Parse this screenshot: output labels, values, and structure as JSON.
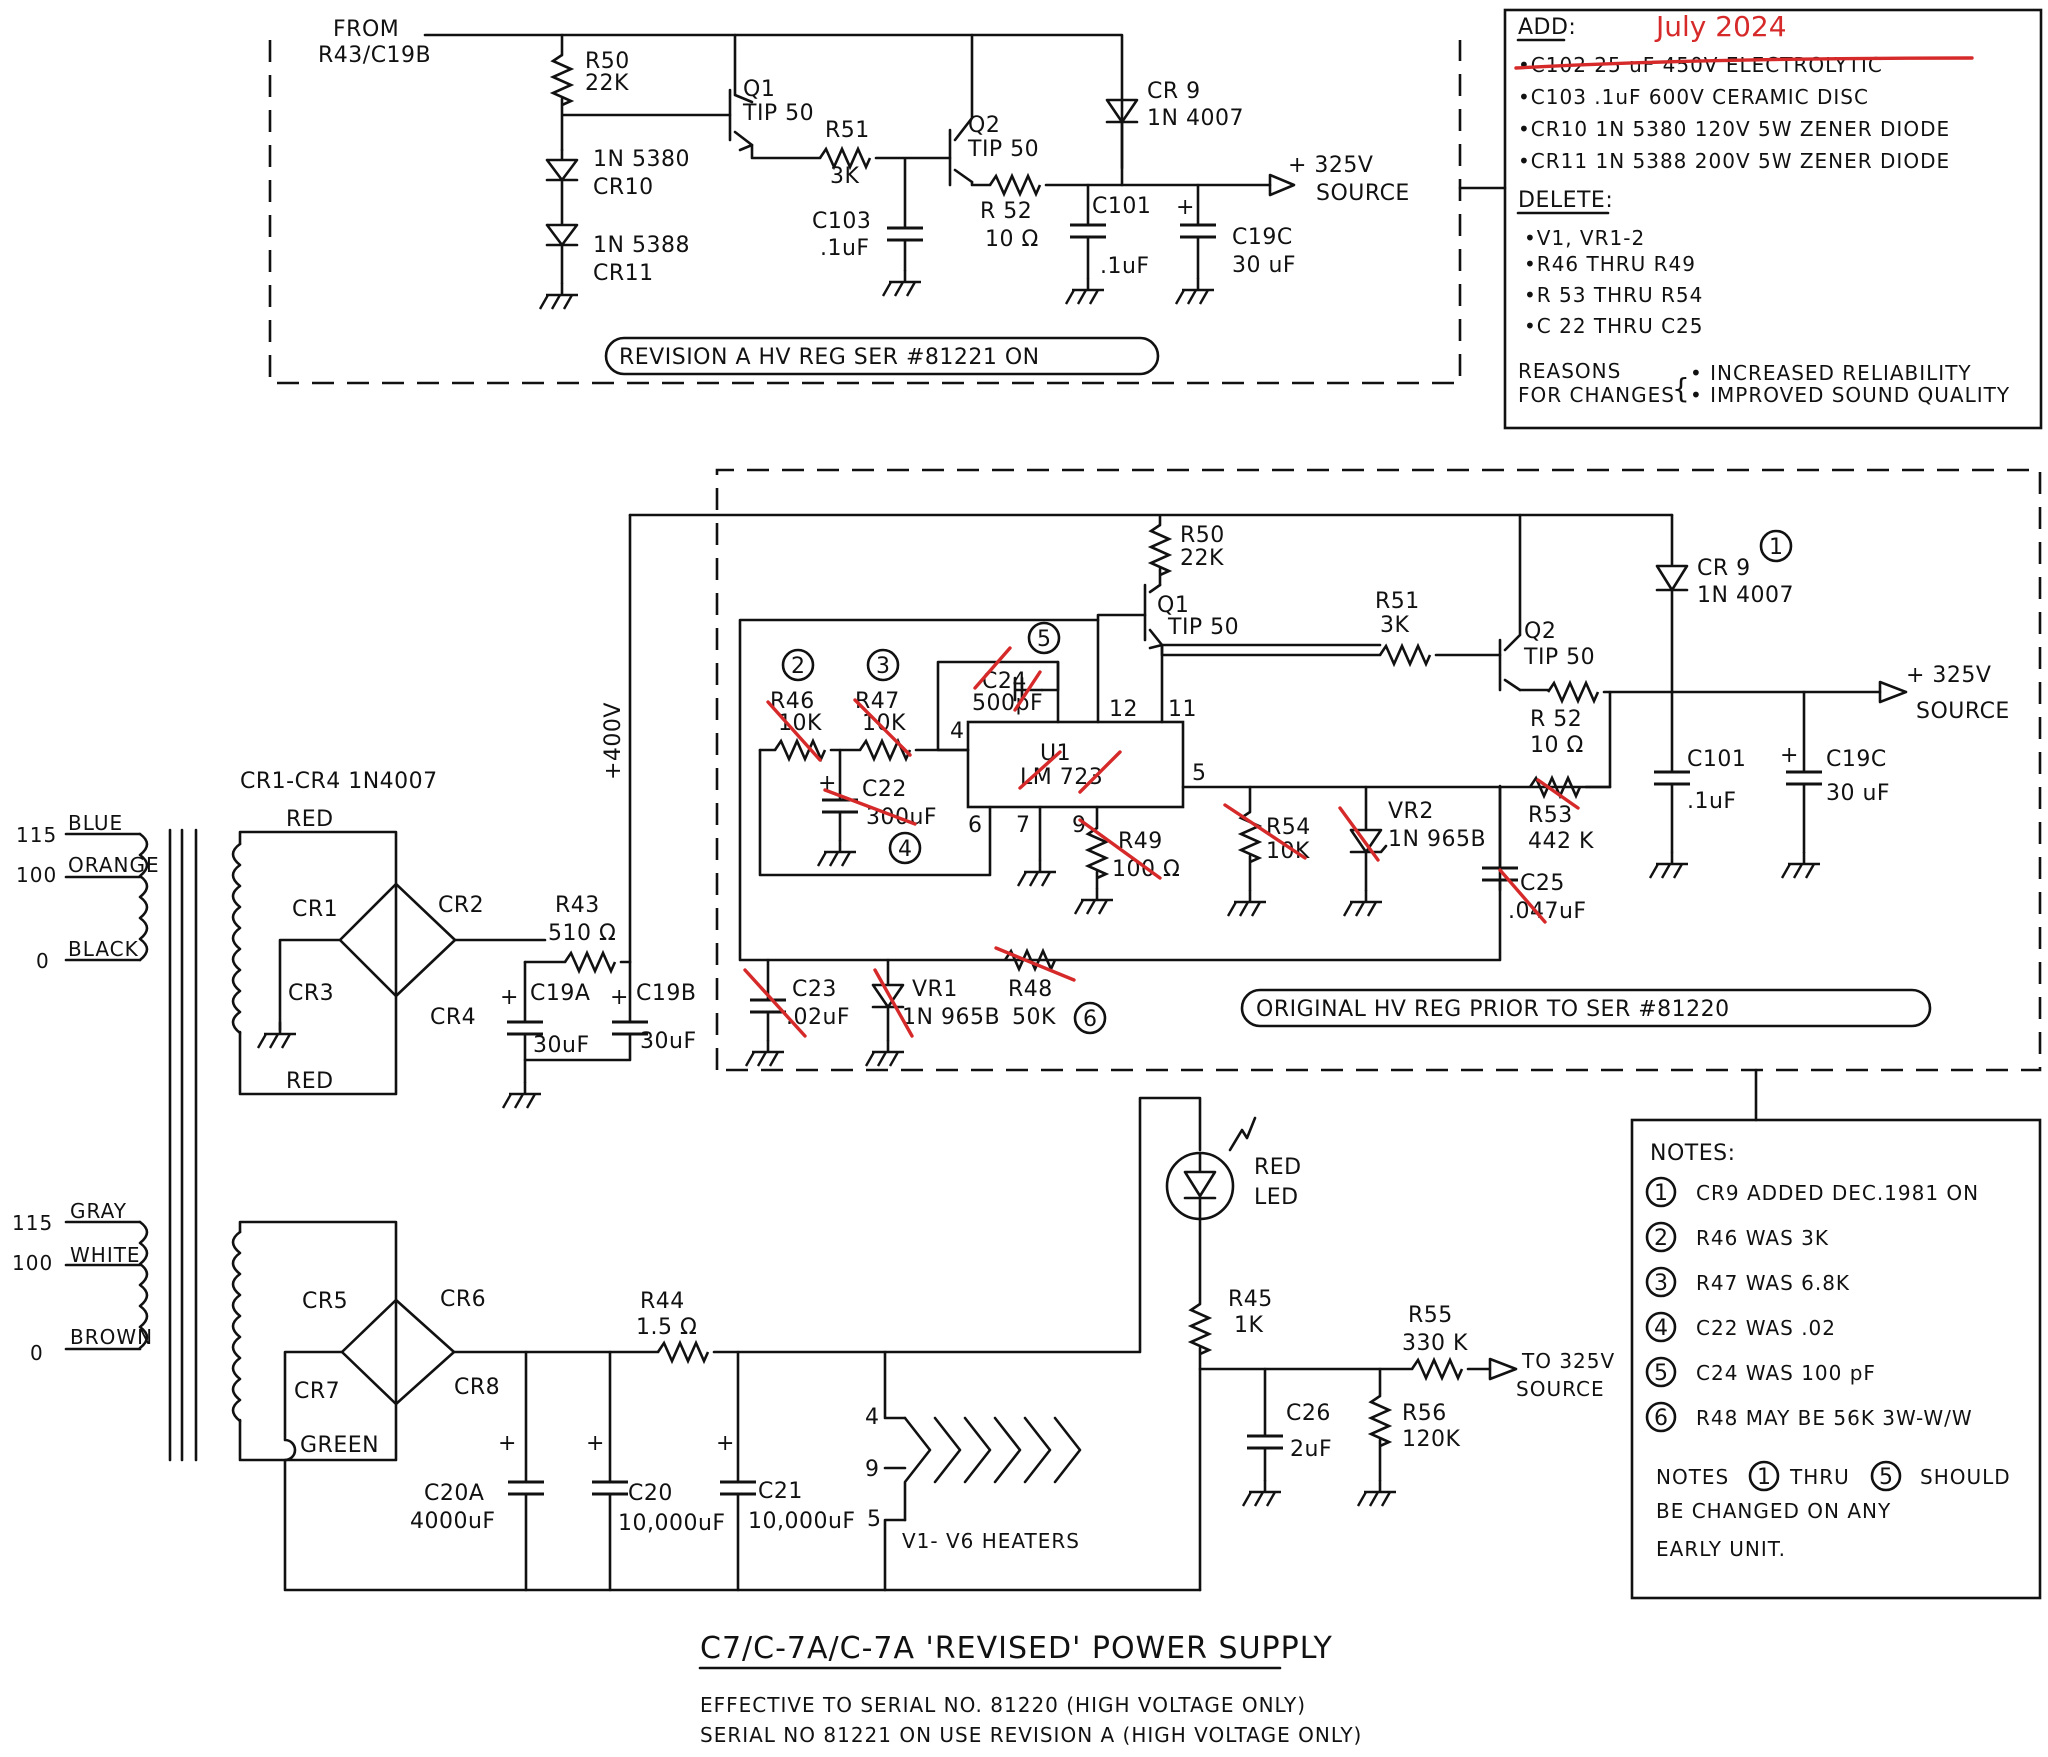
{
  "revision_a": {
    "from_label_1": "FROM",
    "from_label_2": "R43/C19B",
    "r50": "R50",
    "r50_val": "22K",
    "cr10_part": "1N 5380",
    "cr10": "CR10",
    "cr11_part": "1N 5388",
    "cr11": "CR11",
    "q1": "Q1",
    "q1_part": "TIP 50",
    "r51": "R51",
    "r51_val": "3K",
    "c103": "C103",
    "c103_val": ".1uF",
    "q2": "Q2",
    "q2_part": "TIP 50",
    "r52": "R 52",
    "r52_val": "10 Ω",
    "cr9": "CR 9",
    "cr9_part": "1N 4007",
    "c101": "C101",
    "c101_val": ".1uF",
    "c19c": "C19C",
    "c19c_val": "30 uF",
    "out_plus": "+ 325V",
    "out_source": "SOURCE",
    "caption": "REVISION A  HV REG SER #81221 ON"
  },
  "changes": {
    "add_heading": "ADD:",
    "date_stamp": "July 2024",
    "add_items": [
      "•C102  25 uF 450V ELECTROLYTIC",
      "•C103  .1uF  600V  CERAMIC DISC",
      "•CR10   1N 5380  120V  5W ZENER DIODE",
      "•CR11   1N 5388  200V  5W ZENER DIODE"
    ],
    "delete_heading": "DELETE:",
    "delete_items": [
      "•V1, VR1-2",
      "•R46 THRU  R49",
      "•R 53 THRU  R54",
      "•C 22  THRU  C25"
    ],
    "reasons_1": "REASONS",
    "reasons_2": "FOR CHANGES",
    "reason_items": [
      "• INCREASED RELIABILITY",
      "• IMPROVED SOUND QUALITY"
    ]
  },
  "original": {
    "r50": "R50",
    "r50_val": "22K",
    "q1": "Q1",
    "q1_part": "TIP 50",
    "r51": "R51",
    "r51_val": "3K",
    "q2": "Q2",
    "q2_part": "TIP 50",
    "cr9": "CR 9",
    "cr9_part": "1N 4007",
    "r52": "R 52",
    "r52_val": "10 Ω",
    "out_plus": "+ 325V",
    "out_source": "SOURCE",
    "c101": "C101",
    "c101_val": ".1uF",
    "c19c": "C19C",
    "c19c_val": "30 uF",
    "r46": "R46",
    "r46_val": "10K",
    "r47": "R47",
    "r47_val": "10K",
    "c24": "C24",
    "c24_val": "500pF",
    "u1": "U1",
    "u1_part": "LM 723",
    "pin4": "4",
    "pin12": "12",
    "pin11": "11",
    "pin5": "5",
    "pin6": "6",
    "pin7": "7",
    "pin9": "9",
    "c22": "C22",
    "c22_val": "300uF",
    "r49": "R49",
    "r49_val": "100 Ω",
    "r54": "R54",
    "r54_val": "10K",
    "vr2": "VR2",
    "vr2_part": "1N 965B",
    "r53": "R53",
    "r53_val": "442 K",
    "c25": "C25",
    "c25_val": ".047uF",
    "c23": "C23",
    "c23_val": ".02uF",
    "vr1": "VR1",
    "vr1_part": "1N 965B",
    "r48": "R48",
    "r48_val": "50K",
    "caption": "ORIGINAL  HV REG  PRIOR TO  SER #81220",
    "note_1": "1",
    "note_2": "2",
    "note_3": "3",
    "note_4": "4",
    "note_5": "5",
    "note_6": "6"
  },
  "supply": {
    "plus400": "+400V",
    "bridge_label": "CR1-CR4  1N4007",
    "tap_115": "115",
    "tap_100": "100",
    "tap_0": "0",
    "wire_blue": "BLUE",
    "wire_orange": "ORANGE",
    "wire_black": "BLACK",
    "red_top": "RED",
    "red_bottom": "RED",
    "cr1": "CR1",
    "cr2": "CR2",
    "cr3": "CR3",
    "cr4": "CR4",
    "r43": "R43",
    "r43_val": "510 Ω",
    "c19a": "C19A",
    "c19a_val": "30uF",
    "c19b": "C19B",
    "c19b_val": "30uF",
    "tap2_115": "115",
    "tap2_100": "100",
    "tap2_0": "0",
    "wire_gray": "GRAY",
    "wire_white": "WHITE",
    "wire_brown": "BROWN",
    "cr5": "CR5",
    "cr6": "CR6",
    "cr7": "CR7",
    "cr8": "CR8",
    "green": "GREEN",
    "r44": "R44",
    "r44_val": "1.5 Ω",
    "c20a": "C20A",
    "c20a_val": "4000uF",
    "c20": "C20",
    "c20_val": "10,000uF",
    "c21": "C21",
    "c21_val": "10,000uF",
    "heater_pin4": "4",
    "heater_pin9": "9",
    "heater_pin5": "5",
    "heaters": "V1- V6 HEATERS",
    "led_1": "RED",
    "led_2": "LED",
    "r45": "R45",
    "r45_val": "1K",
    "r55": "R55",
    "r55_val": "330 K",
    "to_1": "TO 325V",
    "to_2": "SOURCE",
    "c26": "C26",
    "c26_val": "2uF",
    "r56": "R56",
    "r56_val": "120K"
  },
  "notes": {
    "heading": "NOTES:",
    "items": [
      {
        "num": "1",
        "text": "CR9 ADDED DEC.1981 ON"
      },
      {
        "num": "2",
        "text": "R46 WAS 3K"
      },
      {
        "num": "3",
        "text": "R47 WAS 6.8K"
      },
      {
        "num": "4",
        "text": "C22  WAS  .02"
      },
      {
        "num": "5",
        "text": "C24  WAS  100 pF"
      },
      {
        "num": "6",
        "text": "R48 MAY BE 56K 3W-W/W"
      }
    ],
    "footer_a": "NOTES",
    "footer_n1": "1",
    "footer_b": "THRU",
    "footer_n5": "5",
    "footer_c": "SHOULD",
    "footer_2": "BE CHANGED ON ANY",
    "footer_3": "EARLY UNIT."
  },
  "footer": {
    "title": "C7/C-7A/C-7A 'REVISED' POWER SUPPLY",
    "line_1": "EFFECTIVE TO SERIAL NO. 81220  (HIGH VOLTAGE ONLY)",
    "line_2": "SERIAL NO 81221 ON USE REVISION A  (HIGH VOLTAGE ONLY)"
  },
  "colors": {
    "ink": "#111111",
    "annotation_red": "#d62a2a"
  }
}
